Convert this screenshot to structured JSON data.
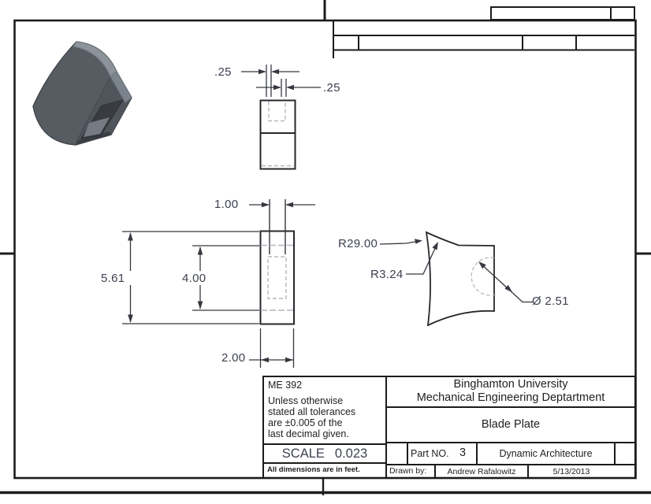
{
  "drawing": {
    "views": {
      "top_view": {
        "dim_left_wall": ".25",
        "dim_right_wall": ".25"
      },
      "front_view": {
        "dim_slot_width": "1.00",
        "dim_overall_height": "5.61",
        "dim_slot_height": "4.00",
        "dim_overall_width": "2.00"
      },
      "side_view": {
        "dim_large_radius": "R29.00",
        "dim_small_radius": "R3.24",
        "dim_hole_diameter": "Ø 2.51"
      }
    },
    "title_block": {
      "course": "ME 392",
      "tolerance_note": [
        "Unless otherwise",
        "stated all tolerances",
        "are ±0.005 of the",
        "last decimal given."
      ],
      "scale_label": "SCALE",
      "scale_value": "0.023",
      "units_note": "All dimensions are in feet.",
      "organization_line1": "Binghamton University",
      "organization_line2": "Mechanical Engineering Deptartment",
      "drawing_title": "Blade Plate",
      "part_no_label": "Part NO.",
      "part_no_value": "3",
      "project_name": "Dynamic Architecture",
      "drawn_by_label": "Drawn by:",
      "drawn_by_name": "Andrew Rafalowitz",
      "date": "5/13/2013"
    },
    "colors": {
      "border_line": "#1c1c1e",
      "part_line": "#26282b",
      "dimension_line": "#35383f",
      "dimension_text": "#3d4150",
      "hidden_line": "#b5b6c0",
      "part_body": "#575c63",
      "part_top_face": "#8c939b",
      "slot_interior": "#383c41"
    }
  }
}
